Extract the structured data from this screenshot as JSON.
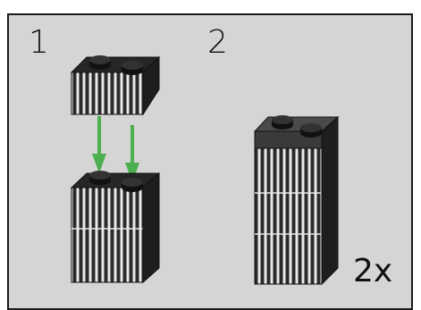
{
  "steps": [
    {
      "number": "1"
    },
    {
      "number": "2"
    }
  ],
  "quantity": "2x",
  "colors": {
    "background": "#d5d5d5",
    "frame": "#1a1a1a",
    "brick_dark": "#2a2a2a",
    "brick_rib": "#e9e9e9",
    "arrow": "#4caf50"
  }
}
